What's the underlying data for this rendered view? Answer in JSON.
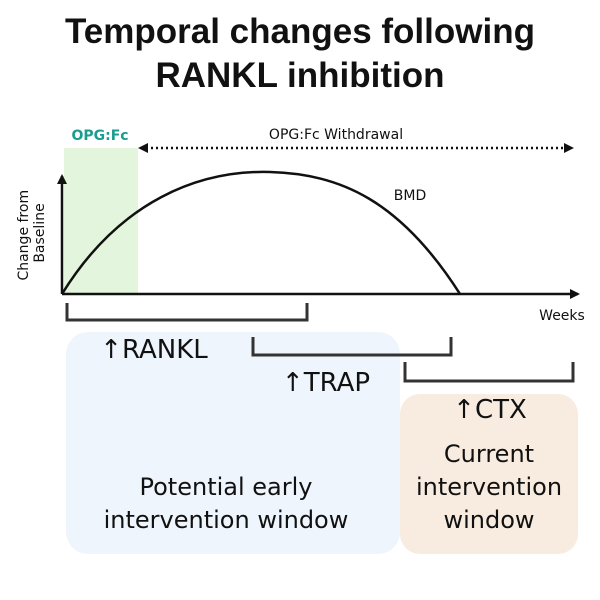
{
  "title": {
    "line1": "Temporal changes following",
    "line2": "RANKL inhibition"
  },
  "treatment": {
    "label": "OPG:Fc",
    "withdrawal_label": "OPG:Fc Withdrawal"
  },
  "axes": {
    "y_label_line1": "Change from",
    "y_label_line2": "Baseline",
    "x_label": "Weeks"
  },
  "curve": {
    "label": "BMD"
  },
  "markers": {
    "rankl": "↑RANKL",
    "trap": "↑TRAP",
    "ctx": "↑CTX"
  },
  "windows": {
    "early": {
      "line1": "Potential early",
      "line2": "intervention window"
    },
    "current": {
      "line1": "Current",
      "line2": "intervention",
      "line3": "window"
    }
  },
  "colors": {
    "opg_fill": "#e3f5dc",
    "opg_text": "#199d8f",
    "early_window": "#eef5fd",
    "current_window": "#f7ecdf",
    "ink": "#111111"
  }
}
